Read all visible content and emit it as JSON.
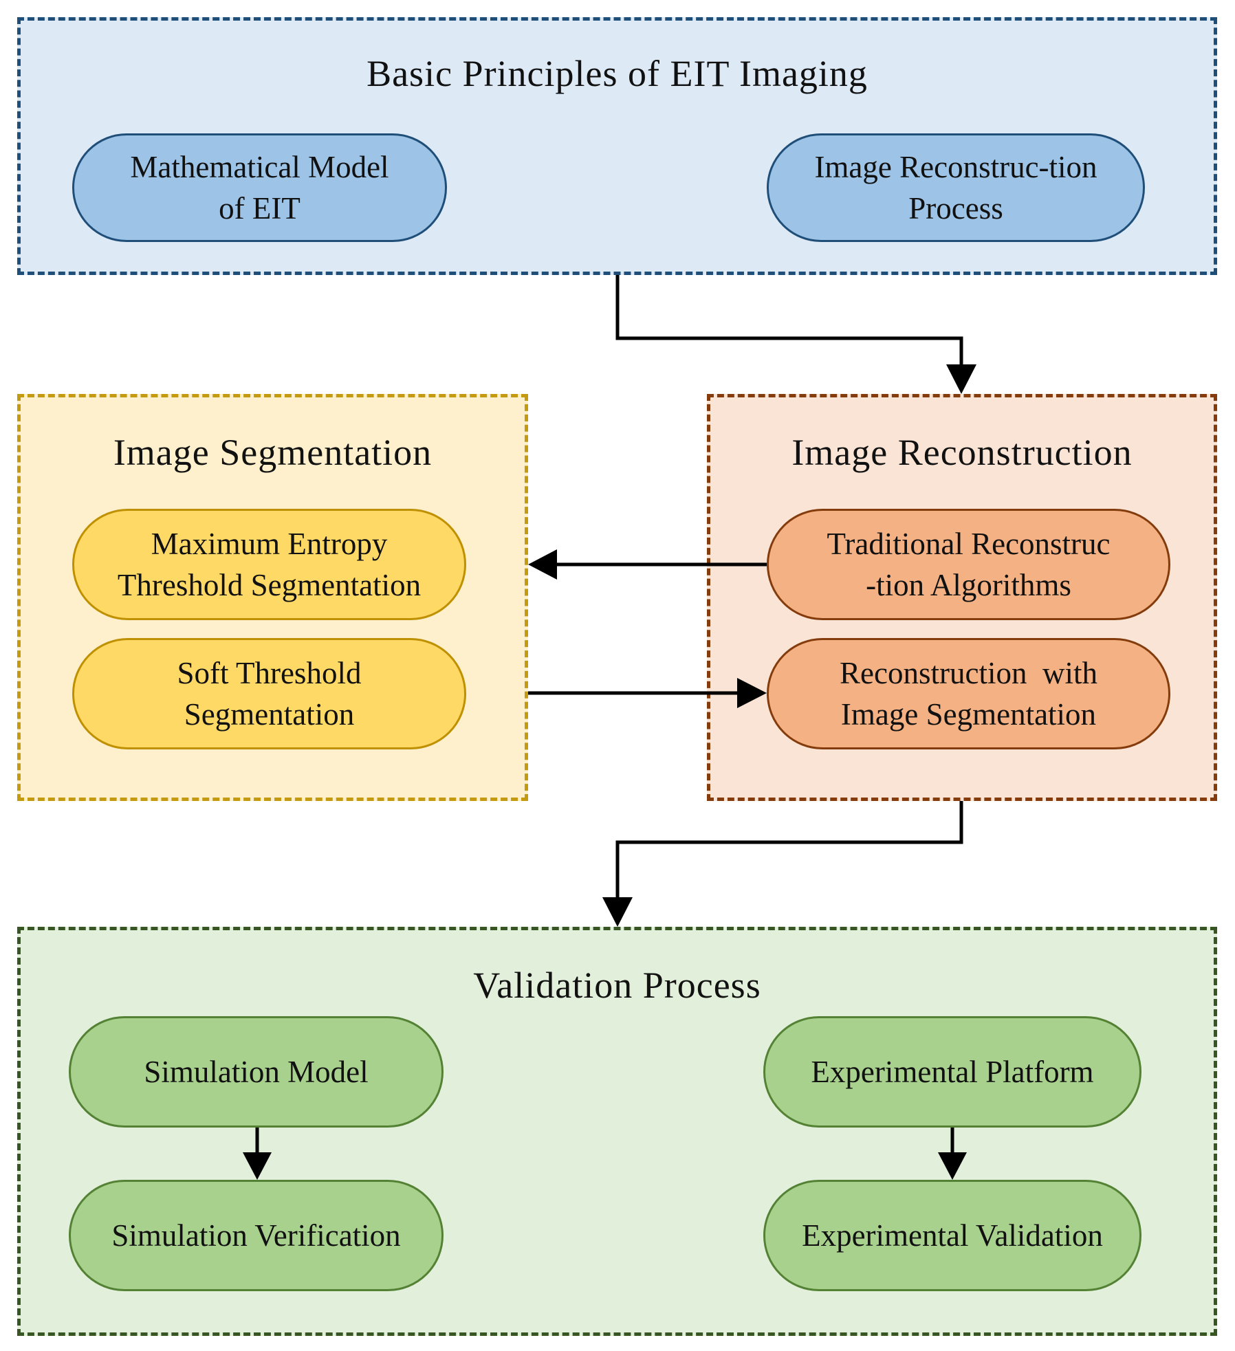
{
  "basic_principles": {
    "title": "Basic Principles of EIT Imaging",
    "math_model": [
      "Mathematical Model",
      "of EIT"
    ],
    "recon_process": [
      "Image Reconstruc-tion",
      "Process"
    ]
  },
  "segmentation": {
    "title": "Image Segmentation",
    "max_entropy": [
      "Maximum Entropy",
      "Threshold Segmentation"
    ],
    "soft_threshold": [
      "Soft Threshold",
      "Segmentation"
    ]
  },
  "reconstruction": {
    "title": "Image Reconstruction",
    "traditional": [
      "Traditional Reconstruc",
      "-tion Algorithms"
    ],
    "with_segmentation": [
      "Reconstruction  with",
      "Image Segmentation"
    ]
  },
  "validation": {
    "title": "Validation Process",
    "sim_model": "Simulation Model",
    "sim_verification": "Simulation Verification",
    "exp_platform": "Experimental Platform",
    "exp_validation": "Experimental Validation"
  },
  "colors": {
    "blue_border": "#1f4e79",
    "yellow_border": "#c49a11",
    "orange_border": "#843c0c",
    "green_border": "#375623",
    "arrow": "#000000"
  }
}
